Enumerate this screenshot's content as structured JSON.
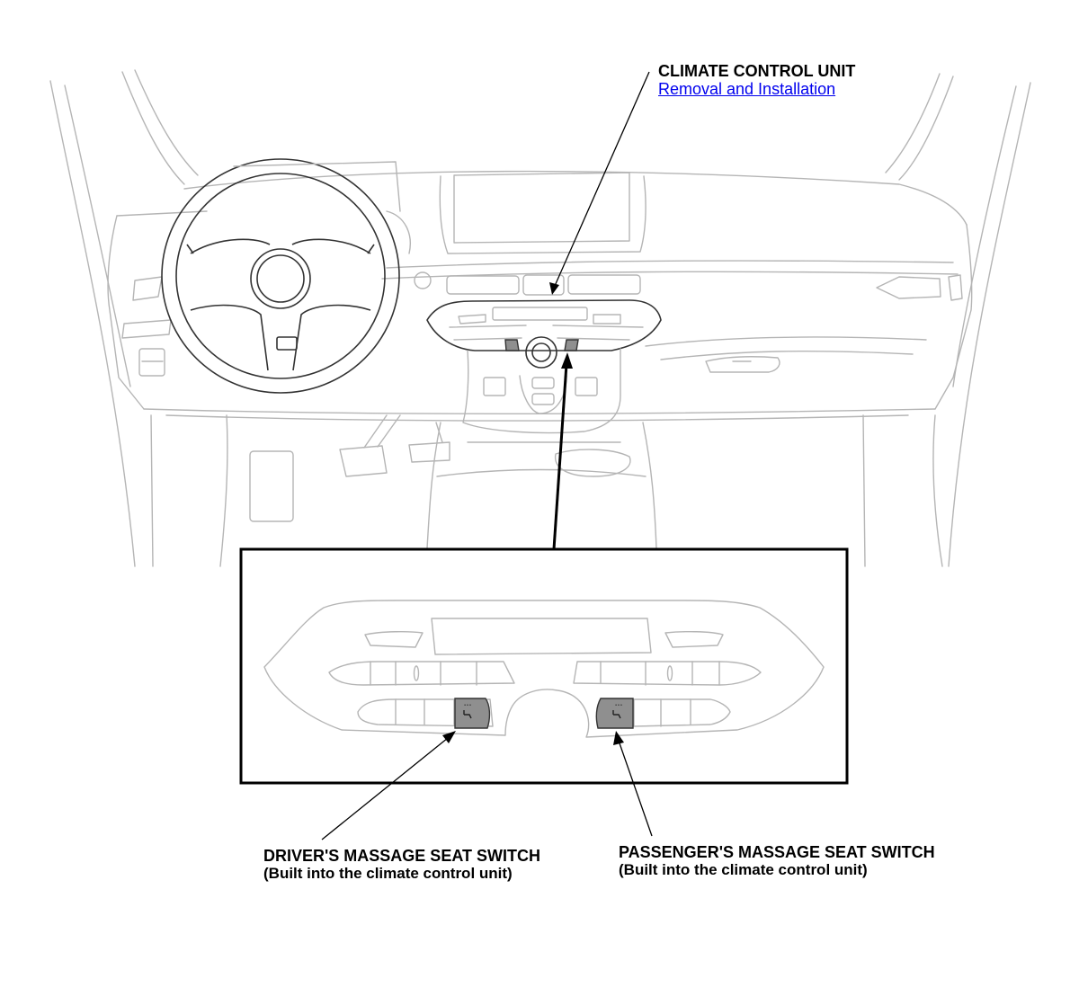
{
  "callouts": {
    "climate_control_unit": {
      "title": "CLIMATE CONTROL UNIT",
      "link": "Removal and Installation"
    },
    "driver_switch": {
      "title": "DRIVER'S MASSAGE SEAT SWITCH",
      "note": "(Built into the climate control unit)"
    },
    "passenger_switch": {
      "title": "PASSENGER'S MASSAGE SEAT SWITCH",
      "note": "(Built into the climate control unit)"
    }
  },
  "colors": {
    "link": "#0000ee",
    "line_art": "#b5b5b5",
    "highlight_switch": "#8f8f8f"
  }
}
